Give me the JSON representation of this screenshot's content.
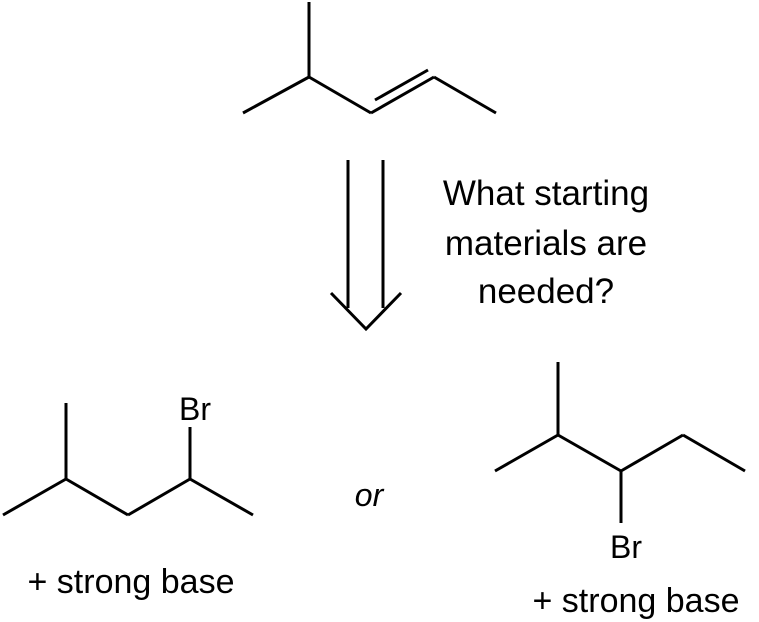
{
  "question": {
    "line1": "What starting",
    "line2": "materials are",
    "line3": "needed?"
  },
  "left_option": {
    "atom_label": "Br",
    "reagent": "+ strong base"
  },
  "connector": "or",
  "right_option": {
    "atom_label": "Br",
    "reagent": "+ strong base"
  },
  "colors": {
    "ink": "#000000",
    "background": "#ffffff"
  }
}
